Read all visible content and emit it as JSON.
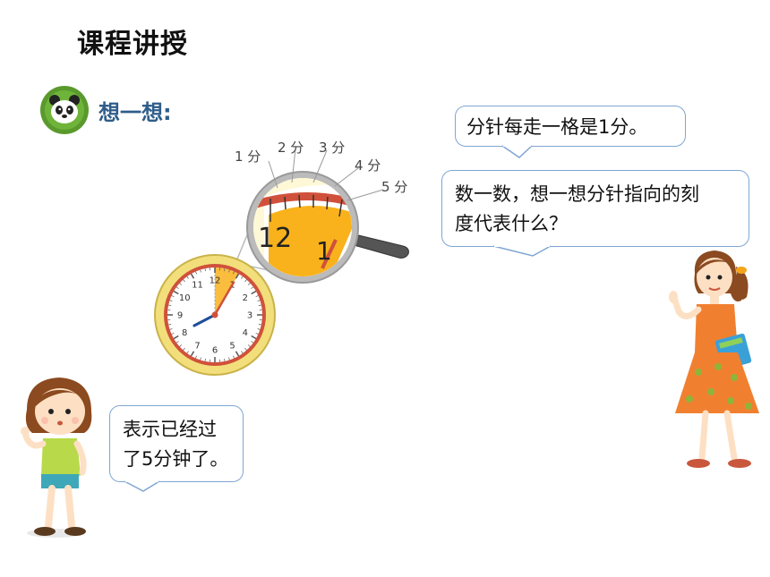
{
  "page": {
    "title": "课程讲授"
  },
  "think": {
    "label": "想一想:",
    "icon": "panda-icon"
  },
  "magnifier": {
    "minute_labels": [
      "1 分",
      "2 分",
      "3 分",
      "4 分",
      "5 分"
    ],
    "numbers": [
      "12",
      "1"
    ]
  },
  "clock": {
    "numbers": [
      "12",
      "1",
      "2",
      "3",
      "4",
      "5",
      "6",
      "7",
      "8",
      "9",
      "10",
      "11"
    ],
    "hour_hand_hour": 8,
    "minute_hand_minute": 5
  },
  "bubbles": {
    "top": "分针每走一格是1分。",
    "middle_line1": "数一数，想一想分针指向的刻",
    "middle_line2": "度代表什么？",
    "left_line1": "表示已经过",
    "left_line2": "了5分钟了。"
  },
  "colors": {
    "title": "#111111",
    "think_label": "#2f5d8a",
    "bubble_border": "#7ea6d3",
    "clock_rim": "#f2df7b",
    "clock_red": "#d0513b",
    "highlight": "#f9b21b"
  }
}
